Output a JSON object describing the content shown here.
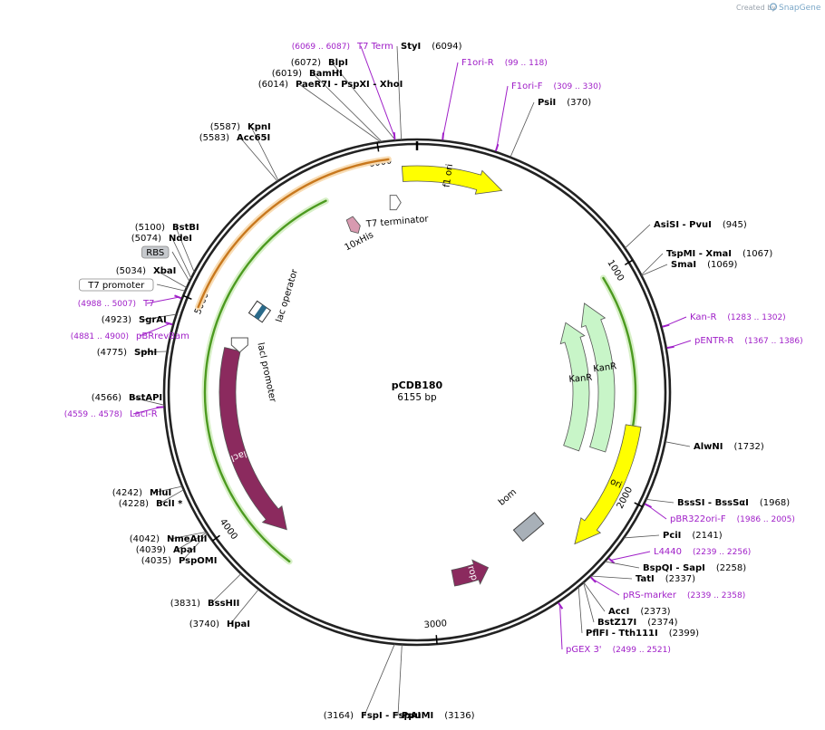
{
  "credit": {
    "text": "Created by",
    "brand": "SnapGene"
  },
  "plasmid": {
    "name": "pCDB180",
    "length_label": "6155 bp",
    "length_bp": 6155
  },
  "ticks": [
    {
      "label": "1000",
      "bp": 1000
    },
    {
      "label": "2000",
      "bp": 2000
    },
    {
      "label": "3000",
      "bp": 3000
    },
    {
      "label": "4000",
      "bp": 4000
    },
    {
      "label": "5000",
      "bp": 5000
    },
    {
      "label": "6000",
      "bp": 6000
    }
  ],
  "features": [
    {
      "name": "f1 ori",
      "start": 6090,
      "end": 390,
      "direction": "forward",
      "color": "#ffff00",
      "track": 1,
      "label_on_arrow": true
    },
    {
      "name": "KanR",
      "start": 1060,
      "end": 1840,
      "direction": "reverse",
      "color": "#c8f5c8",
      "track": 3,
      "label_on_arrow": true
    },
    {
      "name": "KanR",
      "start": 1110,
      "end": 1880,
      "direction": "reverse",
      "color": "#c8f5c8",
      "track": 4,
      "label_on_arrow": true
    },
    {
      "name": "ori",
      "start": 1690,
      "end": 2290,
      "direction": "forward",
      "color": "#ffff00",
      "track": 1,
      "label_on_arrow": true
    },
    {
      "name": "bom",
      "start": 2360,
      "end": 2440,
      "direction": "none",
      "color": "#a8b0b8",
      "track": 3,
      "label_on_arrow": false
    },
    {
      "name": "rop",
      "start": 2700,
      "end": 2890,
      "direction": "reverse",
      "color": "#8b2a5e",
      "track": 3,
      "label_on_arrow": true
    },
    {
      "name": "lacI",
      "start": 3820,
      "end": 4840,
      "direction": "reverse",
      "color": "#8b2a5e",
      "track": 3,
      "label_on_arrow": true
    },
    {
      "name": "lacI promoter",
      "start": 4840,
      "end": 4915,
      "direction": "reverse",
      "color": "#ffffff",
      "track": 3,
      "label_on_arrow": false
    },
    {
      "name": "lac operator",
      "start": 5080,
      "end": 5110,
      "direction": "none",
      "color": "#2a6a8a",
      "track": 1,
      "label_on_arrow": false
    },
    {
      "name": "10xHis",
      "start": 5800,
      "end": 5830,
      "direction": "forward",
      "color": "#d89ab0",
      "track": 3,
      "label_on_arrow": false
    },
    {
      "name": "T7 terminator",
      "start": 6035,
      "end": 6060,
      "direction": "forward",
      "color": "#ffffff",
      "track": 2,
      "label_on_arrow": false
    }
  ],
  "fragments": [
    {
      "name": "green-outer-right",
      "start": 1000,
      "end": 1950,
      "color": "#4c9a20",
      "glow": "#d8f0c8",
      "radius": 241
    },
    {
      "name": "green-outer-left",
      "start": 3710,
      "end": 5720,
      "color": "#4c9a20",
      "glow": "#d8f0c8",
      "radius": 234
    },
    {
      "name": "orange-arc",
      "start": 4980,
      "end": 6035,
      "color": "#c8781e",
      "glow": "#f8dcb4",
      "radius": 259
    }
  ],
  "sites": [
    {
      "name": "StyI",
      "pos": 6094,
      "bp_text": "(6094)",
      "kind": "enzyme",
      "side": "right"
    },
    {
      "name": "BlpI",
      "pos": 6072,
      "bp_text": "(6072)",
      "kind": "enzyme",
      "side": "left"
    },
    {
      "name": "BamHI",
      "pos": 6019,
      "bp_text": "(6019)",
      "kind": "enzyme",
      "side": "left"
    },
    {
      "name": "PaeR7I - PspXI - XhoI",
      "pos": 6014,
      "bp_text": "(6014)",
      "kind": "enzyme",
      "side": "left"
    },
    {
      "name": "KpnI",
      "pos": 5587,
      "bp_text": "(5587)",
      "kind": "enzyme",
      "side": "left"
    },
    {
      "name": "Acc65I",
      "pos": 5583,
      "bp_text": "(5583)",
      "kind": "enzyme",
      "side": "left"
    },
    {
      "name": "BstBI",
      "pos": 5100,
      "bp_text": "(5100)",
      "kind": "enzyme",
      "side": "left"
    },
    {
      "name": "NdeI",
      "pos": 5074,
      "bp_text": "(5074)",
      "kind": "enzyme",
      "side": "left"
    },
    {
      "name": "RBS",
      "pos": 5060,
      "bp_text": "",
      "kind": "feature-box",
      "side": "left"
    },
    {
      "name": "XbaI",
      "pos": 5034,
      "bp_text": "(5034)",
      "kind": "enzyme",
      "side": "left"
    },
    {
      "name": "T7 promoter",
      "pos": 5020,
      "bp_text": "",
      "kind": "feature-box-white",
      "side": "left"
    },
    {
      "name": "T7",
      "pos": 4988,
      "bp_text": "(4988 .. 5007)",
      "kind": "primer",
      "side": "left"
    },
    {
      "name": "SgrAI",
      "pos": 4923,
      "bp_text": "(4923)",
      "kind": "enzyme",
      "side": "left"
    },
    {
      "name": "pBRrevBam",
      "pos": 4881,
      "bp_text": "(4881 .. 4900)",
      "kind": "primer",
      "side": "left"
    },
    {
      "name": "SphI",
      "pos": 4775,
      "bp_text": "(4775)",
      "kind": "enzyme",
      "side": "left"
    },
    {
      "name": "BstAPI",
      "pos": 4566,
      "bp_text": "(4566)",
      "kind": "enzyme",
      "side": "left"
    },
    {
      "name": "LacI-R",
      "pos": 4559,
      "bp_text": "(4559 .. 4578)",
      "kind": "primer",
      "side": "left"
    },
    {
      "name": "MluI",
      "pos": 4242,
      "bp_text": "(4242)",
      "kind": "enzyme",
      "side": "left"
    },
    {
      "name": "BclI *",
      "pos": 4228,
      "bp_text": "(4228)",
      "kind": "enzyme",
      "side": "left"
    },
    {
      "name": "NmeAIII",
      "pos": 4042,
      "bp_text": "(4042)",
      "kind": "enzyme",
      "side": "left"
    },
    {
      "name": "ApaI",
      "pos": 4039,
      "bp_text": "(4039)",
      "kind": "enzyme",
      "side": "left"
    },
    {
      "name": "PspOMI",
      "pos": 4035,
      "bp_text": "(4035)",
      "kind": "enzyme",
      "side": "left"
    },
    {
      "name": "BssHII",
      "pos": 3831,
      "bp_text": "(3831)",
      "kind": "enzyme",
      "side": "left"
    },
    {
      "name": "HpaI",
      "pos": 3740,
      "bp_text": "(3740)",
      "kind": "enzyme",
      "side": "left"
    },
    {
      "name": "FspI - FspAI",
      "pos": 3164,
      "bp_text": "(3164)",
      "kind": "enzyme",
      "side": "left"
    },
    {
      "name": "PpuMI",
      "pos": 3136,
      "bp_text": "(3136)",
      "kind": "enzyme",
      "side": "right"
    },
    {
      "name": "T7 Term",
      "pos": 6069,
      "bp_text": "(6069 .. 6087)",
      "kind": "primer",
      "side": "left"
    },
    {
      "name": "F1ori-R",
      "pos": 99,
      "bp_text": "(99 .. 118)",
      "kind": "primer",
      "side": "right"
    },
    {
      "name": "F1ori-F",
      "pos": 309,
      "bp_text": "(309 .. 330)",
      "kind": "primer",
      "side": "right"
    },
    {
      "name": "PsiI",
      "pos": 370,
      "bp_text": "(370)",
      "kind": "enzyme",
      "side": "right"
    },
    {
      "name": "AsiSI - PvuI",
      "pos": 945,
      "bp_text": "(945)",
      "kind": "enzyme",
      "side": "right"
    },
    {
      "name": "TspMI - XmaI",
      "pos": 1067,
      "bp_text": "(1067)",
      "kind": "enzyme",
      "side": "right"
    },
    {
      "name": "SmaI",
      "pos": 1069,
      "bp_text": "(1069)",
      "kind": "enzyme",
      "side": "right"
    },
    {
      "name": "Kan-R",
      "pos": 1283,
      "bp_text": "(1283 .. 1302)",
      "kind": "primer",
      "side": "right"
    },
    {
      "name": "pENTR-R",
      "pos": 1367,
      "bp_text": "(1367 .. 1386)",
      "kind": "primer",
      "side": "right"
    },
    {
      "name": "AlwNI",
      "pos": 1732,
      "bp_text": "(1732)",
      "kind": "enzyme",
      "side": "right"
    },
    {
      "name": "BssSI - BssSαI",
      "pos": 1968,
      "bp_text": "(1968)",
      "kind": "enzyme",
      "side": "right"
    },
    {
      "name": "pBR322ori-F",
      "pos": 1986,
      "bp_text": "(1986 .. 2005)",
      "kind": "primer",
      "side": "right"
    },
    {
      "name": "PciI",
      "pos": 2141,
      "bp_text": "(2141)",
      "kind": "enzyme",
      "side": "right"
    },
    {
      "name": "L4440",
      "pos": 2239,
      "bp_text": "(2239 .. 2256)",
      "kind": "primer",
      "side": "right"
    },
    {
      "name": "BspQI - SapI",
      "pos": 2258,
      "bp_text": "(2258)",
      "kind": "enzyme",
      "side": "right"
    },
    {
      "name": "TatI",
      "pos": 2337,
      "bp_text": "(2337)",
      "kind": "enzyme",
      "side": "right"
    },
    {
      "name": "pRS-marker",
      "pos": 2339,
      "bp_text": "(2339 .. 2358)",
      "kind": "primer",
      "side": "right"
    },
    {
      "name": "AccI",
      "pos": 2373,
      "bp_text": "(2373)",
      "kind": "enzyme",
      "side": "right"
    },
    {
      "name": "BstZ17I",
      "pos": 2374,
      "bp_text": "(2374)",
      "kind": "enzyme",
      "side": "right"
    },
    {
      "name": "PflFI - Tth111I",
      "pos": 2399,
      "bp_text": "(2399)",
      "kind": "enzyme",
      "side": "right"
    },
    {
      "name": "pGEX 3'",
      "pos": 2499,
      "bp_text": "(2499 .. 2521)",
      "kind": "primer",
      "side": "right"
    }
  ],
  "colors": {
    "backbone": "#222222",
    "primer": "#a020c8",
    "yellow": "#ffff00",
    "kan": "#c8f5c8",
    "maroon": "#8b2a5e",
    "green_line": "#4c9a20",
    "orange_line": "#c8781e"
  }
}
